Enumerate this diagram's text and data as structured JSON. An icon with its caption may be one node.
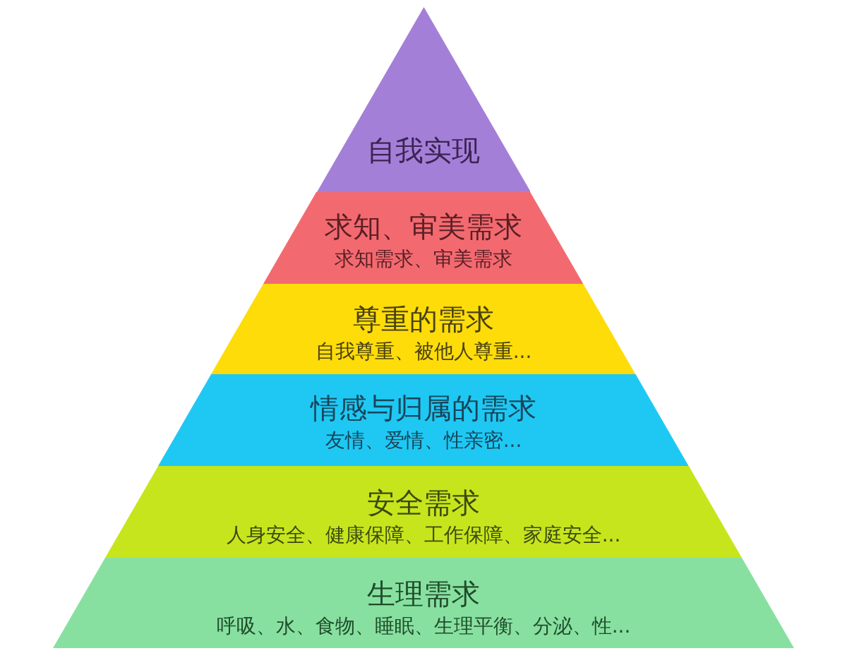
{
  "diagram": {
    "nodes": [
      {
        "text": [
          "自我实现"
        ]
      },
      {
        "text": [
          "求知、审美需求",
          "求知需求、审美需求"
        ]
      },
      {
        "text": [
          "尊重的需求",
          "自我尊重、被他人尊重..."
        ]
      },
      {
        "text": [
          "情感与归属的需求",
          "友情、爱情、性亲密..."
        ]
      },
      {
        "text": [
          "安全需求",
          "人身安全、健康保障、工作保障、家庭安全..."
        ]
      },
      {
        "text": [
          "生理需求",
          "呼吸、水、食物、睡眠、生理平衡、分泌、性..."
        ]
      }
    ]
  }
}
